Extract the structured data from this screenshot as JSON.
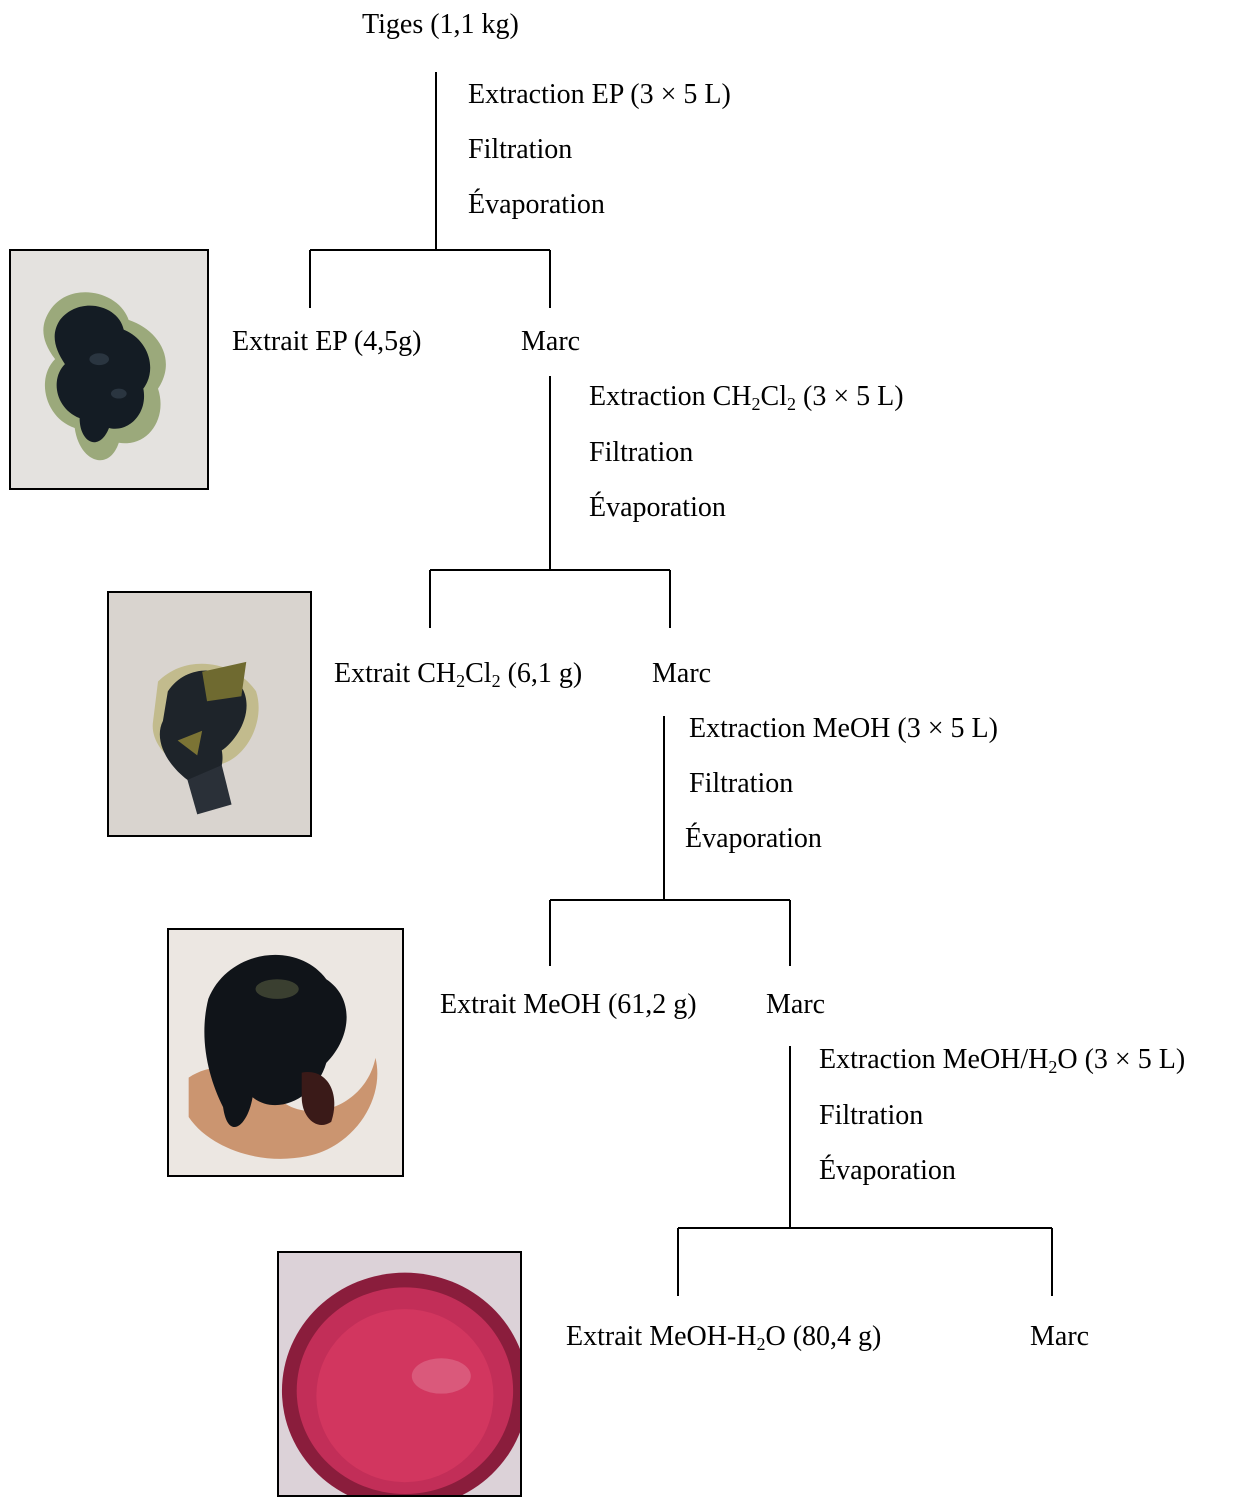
{
  "root": {
    "label": "Tiges (1,1 kg)"
  },
  "steps": [
    {
      "operations": [
        "Extraction EP (3 × 5 L)",
        "Filtration",
        "Évaporation"
      ],
      "extract": "Extrait EP (4,5g)",
      "residue": "Marc",
      "photo": "extract-photo-ep-dark-green"
    },
    {
      "operations": {
        "extraction_pre": "Extraction CH",
        "extraction_sub1": "2",
        "extraction_mid": "Cl",
        "extraction_sub2": "2",
        "extraction_post": " (3 × 5 L)",
        "filtration": "Filtration",
        "evaporation": "Évaporation"
      },
      "extract": {
        "pre": "Extrait CH",
        "sub1": "2",
        "mid": "Cl",
        "sub2": "2",
        "post": " (6,1 g)"
      },
      "residue": "Marc",
      "photo": "extract-photo-ch2cl2-olive"
    },
    {
      "operations": [
        "Extraction MeOH (3 × 5 L)",
        "Filtration",
        "Évaporation"
      ],
      "extract": "Extrait MeOH (61,2 g)",
      "residue": "Marc",
      "photo": "extract-photo-meoh-dark"
    },
    {
      "operations": {
        "extraction_pre": "Extraction MeOH/H",
        "extraction_sub": "2",
        "extraction_post": "O (3 × 5 L)",
        "filtration": "Filtration",
        "evaporation": "Évaporation"
      },
      "extract": {
        "pre": "Extrait MeOH-H",
        "sub": "2",
        "post": "O (80,4 g)"
      },
      "residue": "Marc",
      "photo": "extract-photo-meoh-h2o-red"
    }
  ]
}
